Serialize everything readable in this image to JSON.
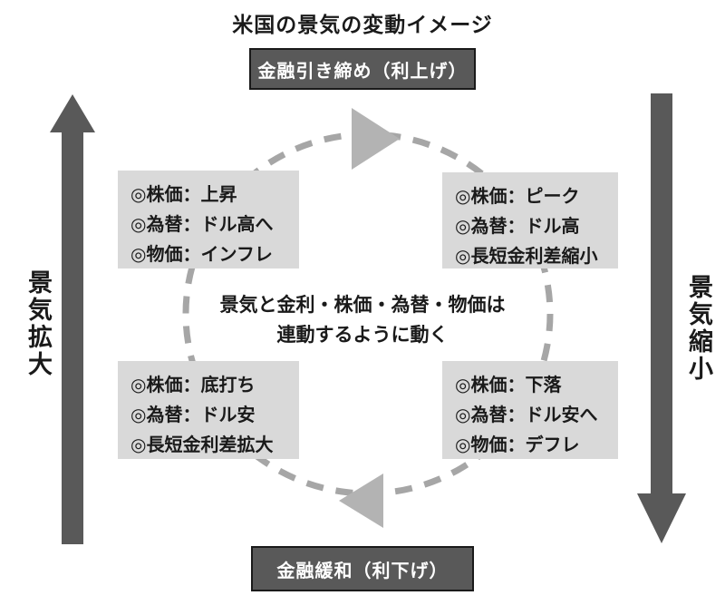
{
  "title": "米国の景気の変動イメージ",
  "banners": {
    "top": "金融引き締め（利上げ）",
    "bottom": "金融緩和（利下げ）"
  },
  "side_labels": {
    "left": "景気拡大",
    "right": "景気縮小"
  },
  "center_note": {
    "line1": "景気と金利・株価・為替・物価は",
    "line2": "連動するように動く"
  },
  "cycle": {
    "direction": "clockwise",
    "top_arrowhead_icon": "triangle-right-icon",
    "bottom_arrowhead_icon": "triangle-left-icon"
  },
  "quadrants": {
    "top_left": {
      "items": [
        "◎株価：上昇",
        "◎為替：ドル高へ",
        "◎物価：インフレ"
      ]
    },
    "top_right": {
      "items": [
        "◎株価：ピーク",
        "◎為替：ドル高",
        "◎長短金利差縮小"
      ]
    },
    "bottom_left": {
      "items": [
        "◎株価：底打ち",
        "◎為替：ドル安",
        "◎長短金利差拡大"
      ]
    },
    "bottom_right": {
      "items": [
        "◎株価：下落",
        "◎為替：ドル安へ",
        "◎物価：デフレ"
      ]
    }
  },
  "colors": {
    "banner_bg": "#595959",
    "banner_border": "#1a1a1a",
    "banner_text": "#ffffff",
    "box_bg": "#d9d9d9",
    "side_arrow": "#595959",
    "cycle_dash": "#a6a6a6",
    "cycle_arrowhead": "#b3b3b3",
    "text": "#1a1a1a"
  }
}
